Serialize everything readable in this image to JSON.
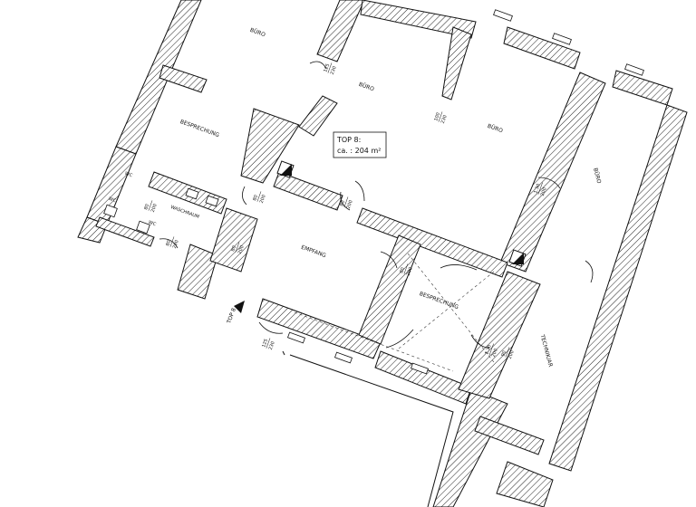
{
  "rooms": {
    "buero_1": "BÜRO",
    "buero_2": "BÜRO",
    "buero_3": "BÜRO",
    "buero_4": "BÜRO",
    "besprechung_1": "BESPRECHUNG",
    "besprechung_2": "BESPRECHUNG",
    "empfang": "EMPFANG",
    "waschraum": "WASCHRAUM",
    "wc_1": "WC",
    "wc_2": "WC",
    "wc_3": "WC",
    "technik": "TECHNIK/AR"
  },
  "unit_box": {
    "line1": "TOP 8:",
    "line2": "ca. : 204 m²"
  },
  "entrance_label": "TOP 8",
  "doors": [
    {
      "top": "125",
      "bottom": "230"
    },
    {
      "top": "100",
      "bottom": "230"
    },
    {
      "top": "80",
      "bottom": "200"
    },
    {
      "top": "80",
      "bottom": "200"
    },
    {
      "top": "80",
      "bottom": "200"
    },
    {
      "top": "80",
      "bottom": "200"
    },
    {
      "top": "80",
      "bottom": "200"
    },
    {
      "top": "80",
      "bottom": "200"
    },
    {
      "top": "1.30",
      "bottom": "200"
    },
    {
      "top": "1.30",
      "bottom": "200"
    },
    {
      "top": "125",
      "bottom": "230"
    },
    {
      "top": "90",
      "bottom": "200"
    }
  ]
}
